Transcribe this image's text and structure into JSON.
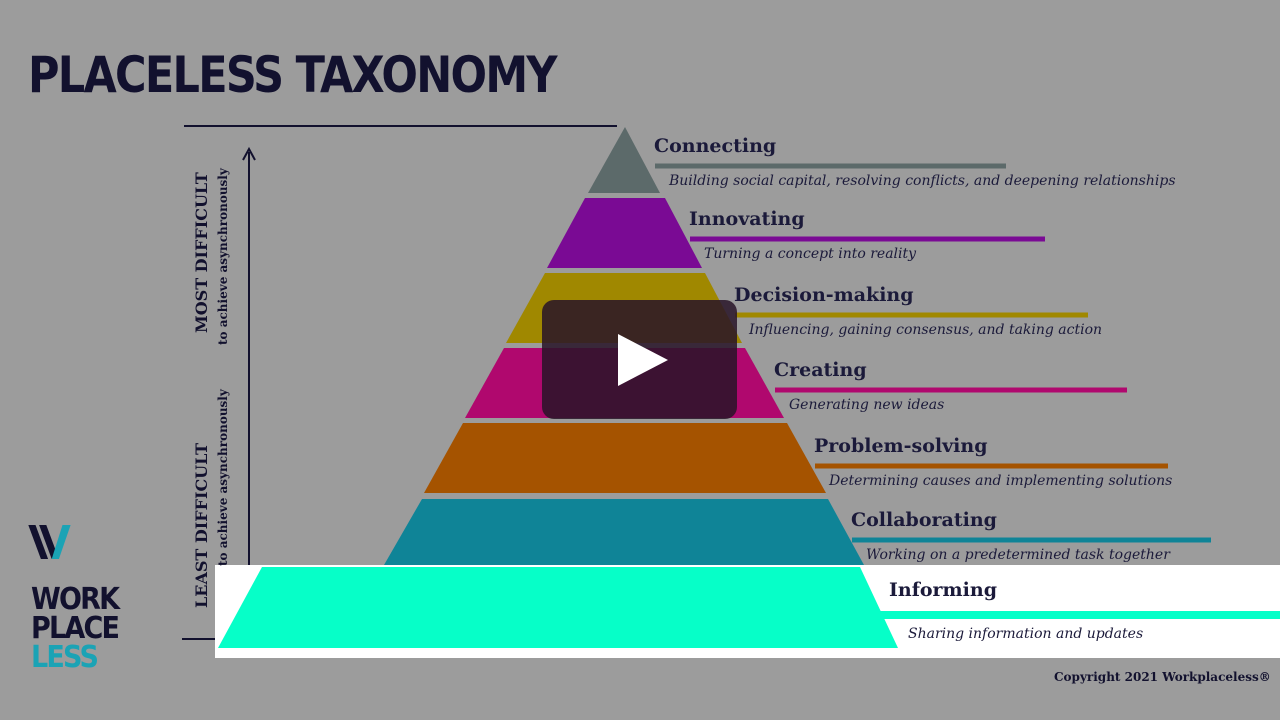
{
  "title": "PLACELESS TAXONOMY",
  "axis": {
    "most": "MOST DIFFICULT",
    "most_sub": "to achieve asynchronously",
    "least": "LEAST DIFFICULT",
    "least_sub": "to achieve asynchronously"
  },
  "levels": [
    {
      "name": "Connecting",
      "desc": "Building social capital, resolving conflicts, and deepening relationships",
      "color": "#5c6a6a"
    },
    {
      "name": "Innovating",
      "desc": "Turning a concept into reality",
      "color": "#7a0a94"
    },
    {
      "name": "Decision-making",
      "desc": "Influencing, gaining consensus, and taking action",
      "color": "#a08800"
    },
    {
      "name": "Creating",
      "desc": "Generating new ideas",
      "color": "#b0086e"
    },
    {
      "name": "Problem-solving",
      "desc": "Determining causes and implementing solutions",
      "color": "#a55300"
    },
    {
      "name": "Collaborating",
      "desc": "Working on a predetermined task together",
      "color": "#0f8497"
    },
    {
      "name": "Informing",
      "desc": "Sharing information and updates",
      "color": "#06ffc8"
    }
  ],
  "logo": {
    "line1": "WORK",
    "line2": "PLACE",
    "line3": "LESS"
  },
  "copyright": "Copyright 2021 Workplaceless®"
}
